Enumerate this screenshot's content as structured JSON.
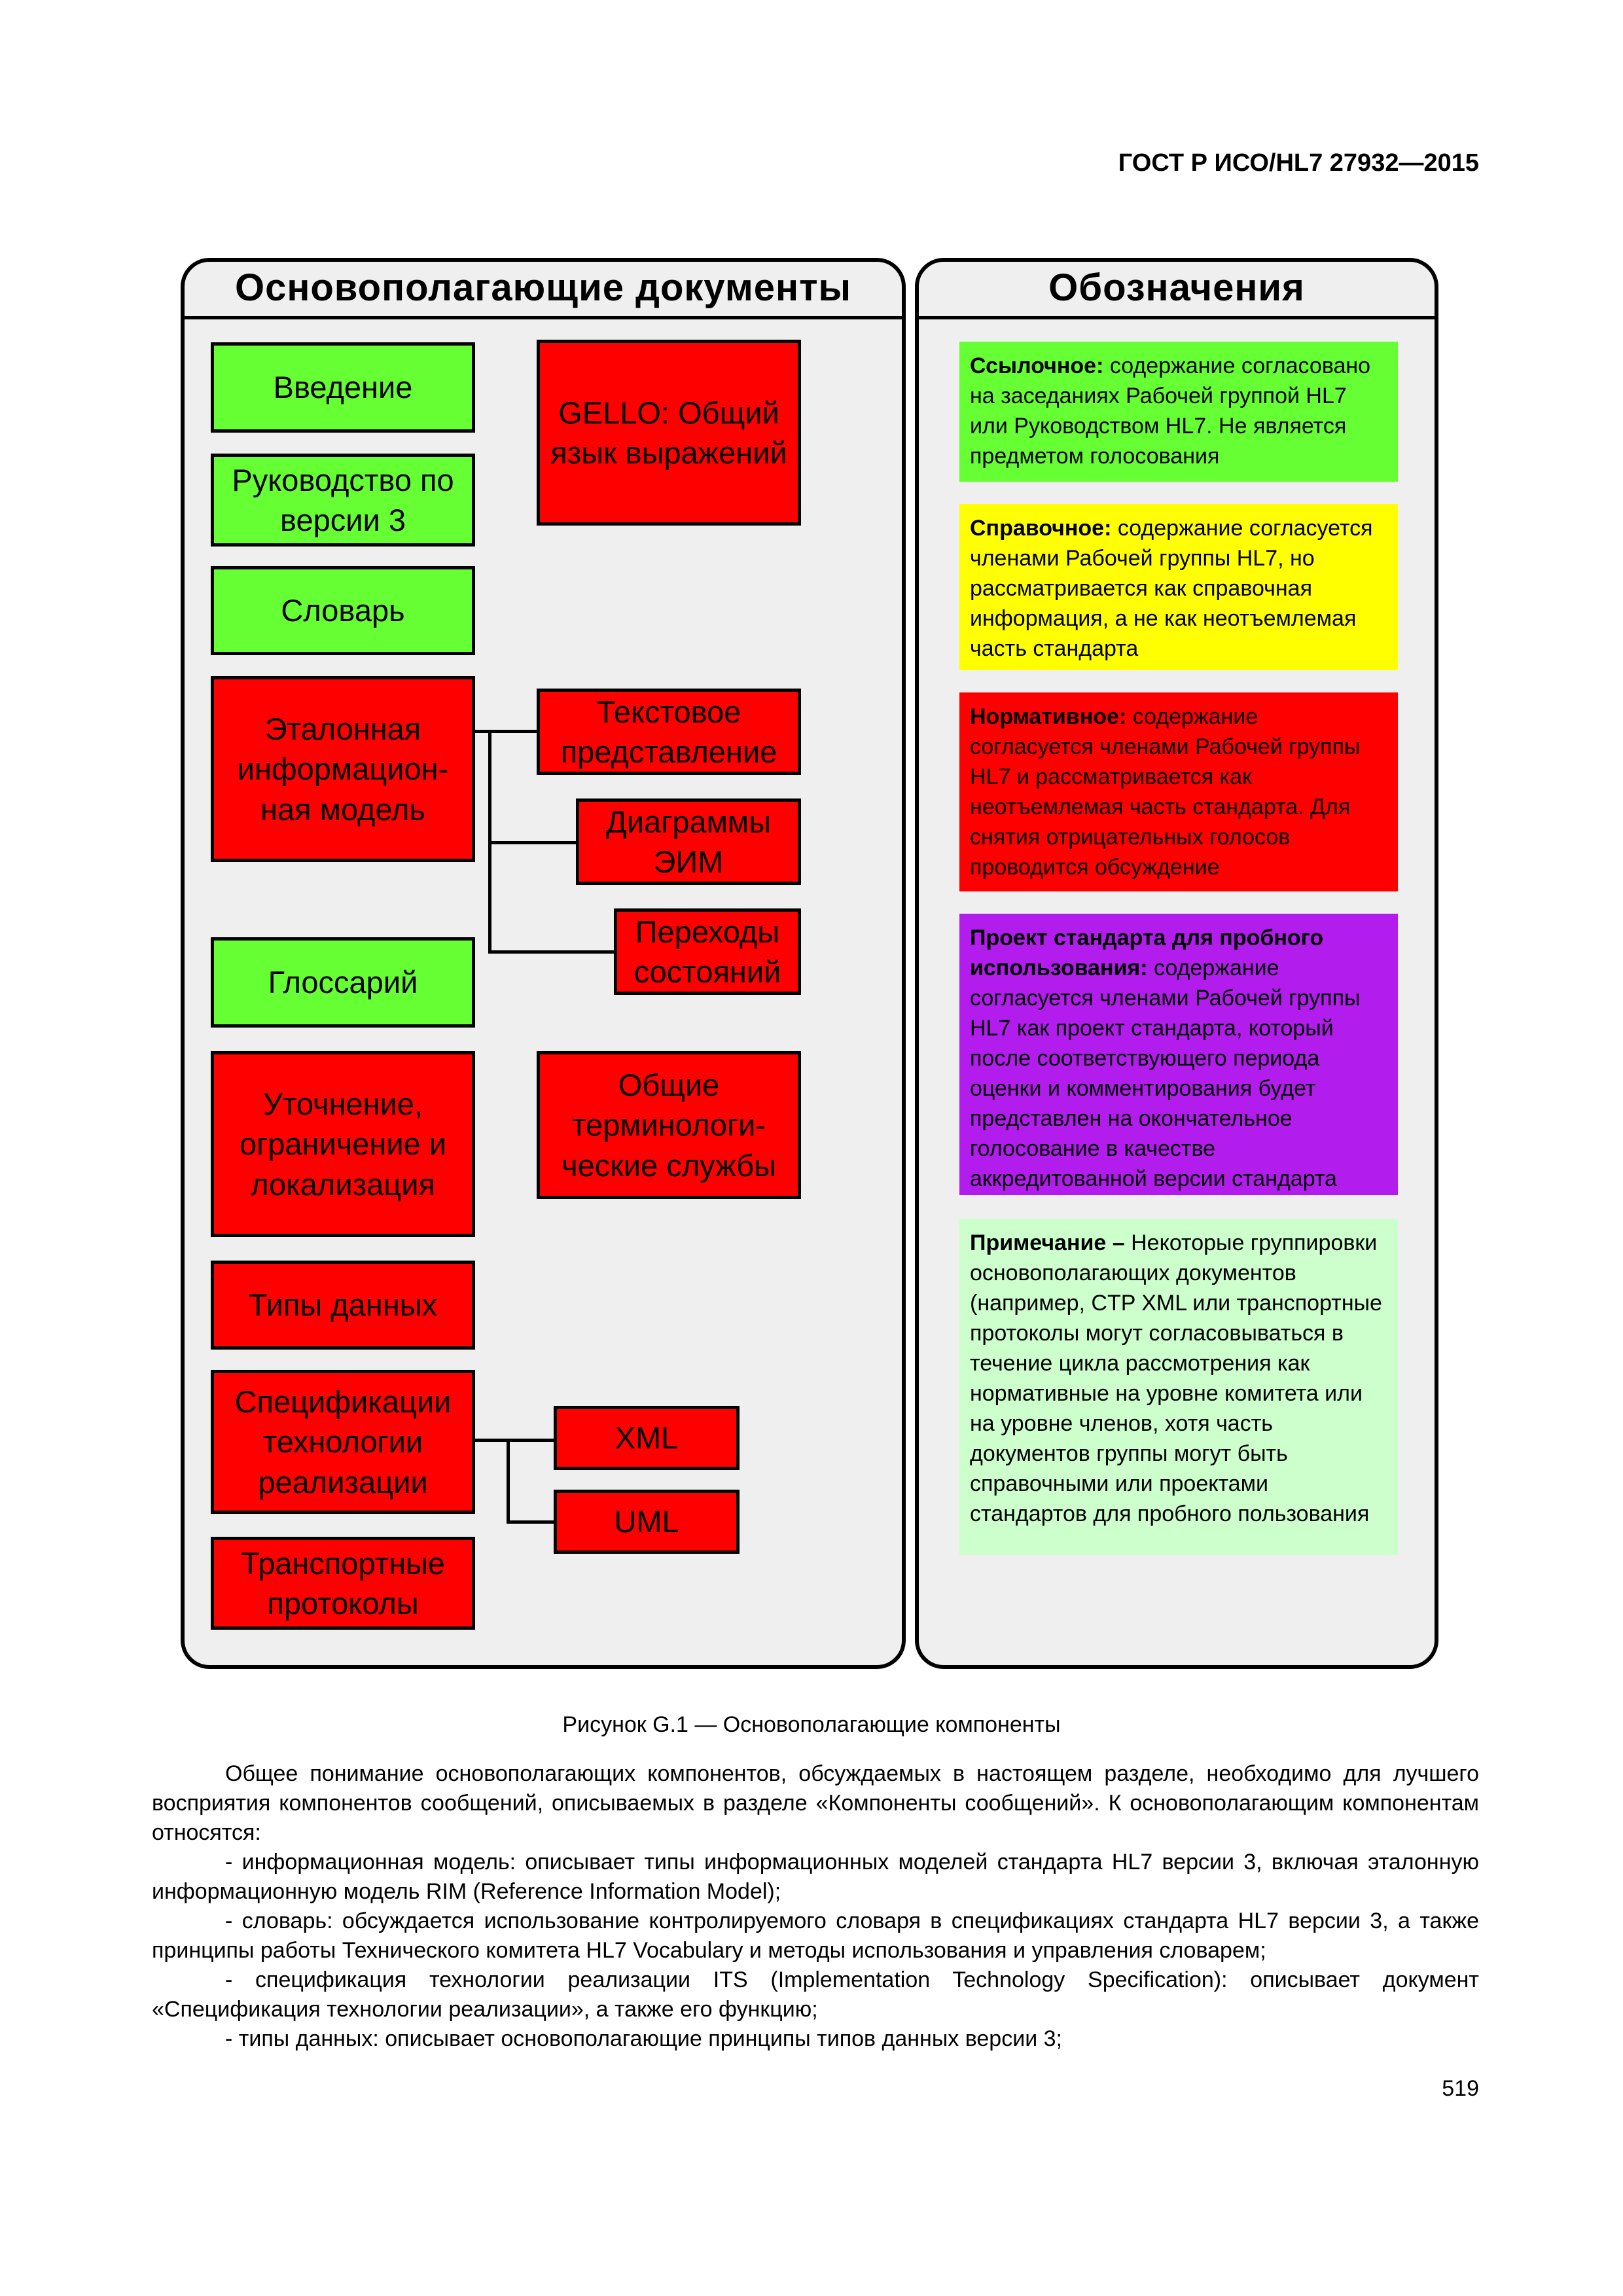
{
  "header": {
    "code": "ГОСТ Р ИСО/HL7 27932—2015"
  },
  "left_panel": {
    "title": "Основополагающие документы",
    "boxes": {
      "intro": "Введение",
      "guide": "Руководство по версии 3",
      "vocab": "Словарь",
      "rim": "Эталонная информацион-ная модель",
      "glossary": "Глоссарий",
      "refine": "Уточнение, ограничение и локализация",
      "datatypes": "Типы данных",
      "its": "Спецификации технологии реализации",
      "transport": "Транспортные протоколы",
      "gello": "GELLO: Общий язык выражений",
      "text_repr": "Текстовое представление",
      "diagrams": "Диаграммы ЭИМ",
      "state_trans": "Переходы состояний",
      "terminology": "Общие терминологи-ческие службы",
      "xml": "XML",
      "uml": "UML"
    }
  },
  "right_panel": {
    "title": "Обозначения",
    "legend": [
      {
        "bold": "Ссылочное:",
        "text": " содержание согласовано на заседаниях Рабочей группой HL7 или Руководством HL7. Не является предметом голосования",
        "color": "#66ff33"
      },
      {
        "bold": "Справочное:",
        "text": " содержание согласуется членами Рабочей группы HL7, но рассматривается как справочная информация, а не как неотъемлемая часть стандарта",
        "color": "#ffff00"
      },
      {
        "bold": "Нормативное:",
        "text": " содержание согласуется членами Рабочей группы HL7 и рассматривается как неотъемлемая часть стандарта. Для снятия отрицательных голосов проводится обсуждение",
        "color": "#ff0000"
      },
      {
        "bold": "Проект стандарта для пробного использования:",
        "text": " содержание согласуется членами Рабочей группы HL7 как проект стандарта, который после соответствующего периода оценки и комментирования будет представлен на окончательное голосование в качестве аккредитованной версии стандарта",
        "color": "#b21ded"
      },
      {
        "bold": "Примечание –",
        "text": " Некоторые группировки основополагающих документов (например, CTP XML или транспортные протоколы могут согласовываться в течение цикла рассмотрения как нормативные на уровне комитета или на уровне членов, хотя часть документов группы могут быть справочными или проектами стандартов для пробного пользования",
        "color": "#ccffcc"
      }
    ]
  },
  "caption": "Рисунок G.1 — Основополагающие компоненты",
  "body": {
    "p1": "Общее понимание основополагающих компонентов, обсуждаемых в настоящем разделе, необходимо для лучшего восприятия компонентов сообщений, описываемых в разделе «Компоненты сообщений». К основополагающим компонентам относятся:",
    "items": [
      "- информационная модель: описывает типы информационных моделей стандарта HL7 версии 3, включая эталонную информационную модель RIM (Reference Information Model);",
      "- словарь: обсуждается использование контролируемого словаря в спецификациях стандарта HL7 версии 3, а также принципы работы Технического комитета HL7 Vocabulary и методы использования и управления словарем;",
      "- спецификация технологии реализации ITS (Implementation Technology Specification): описывает документ «Спецификация технологии реализации», а также его функцию;",
      "- типы данных: описывает основополагающие принципы типов данных версии 3;"
    ]
  },
  "page_number": "519"
}
